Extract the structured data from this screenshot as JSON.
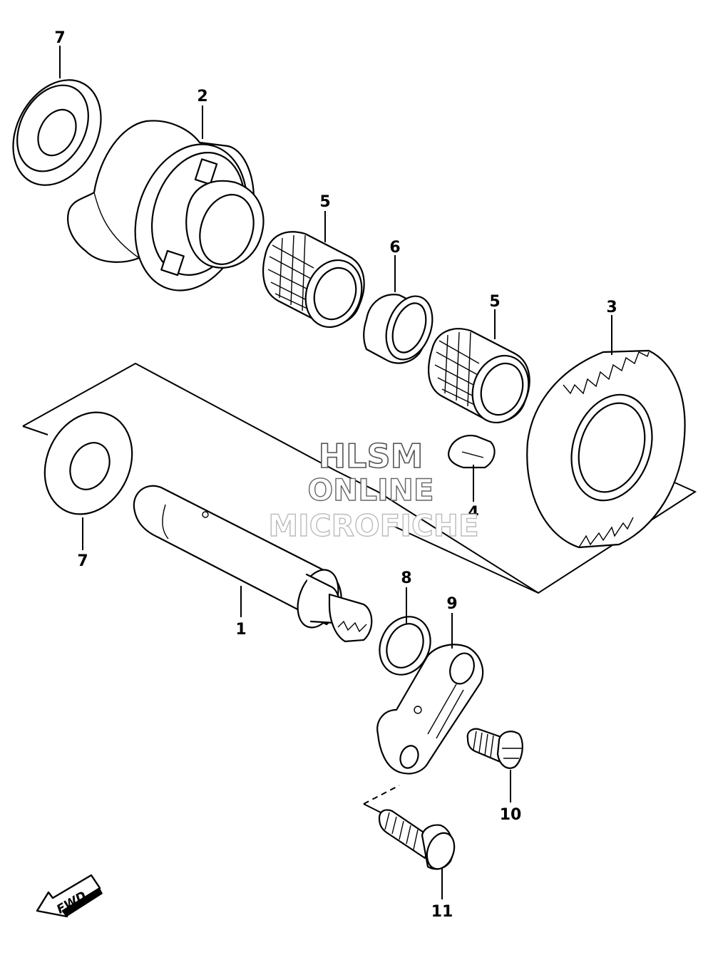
{
  "diagram": {
    "watermark": {
      "line1": "HLSM",
      "line2": "ONLINE",
      "line3": "MICROFICHE"
    },
    "fwd_label": "FWD",
    "callouts": [
      {
        "id": "7a",
        "label": "7"
      },
      {
        "id": "2",
        "label": "2"
      },
      {
        "id": "5a",
        "label": "5"
      },
      {
        "id": "6",
        "label": "6"
      },
      {
        "id": "5b",
        "label": "5"
      },
      {
        "id": "3",
        "label": "3"
      },
      {
        "id": "4",
        "label": "4"
      },
      {
        "id": "7b",
        "label": "7"
      },
      {
        "id": "1",
        "label": "1"
      },
      {
        "id": "8",
        "label": "8"
      },
      {
        "id": "9",
        "label": "9"
      },
      {
        "id": "10",
        "label": "10"
      },
      {
        "id": "11",
        "label": "11"
      }
    ]
  }
}
